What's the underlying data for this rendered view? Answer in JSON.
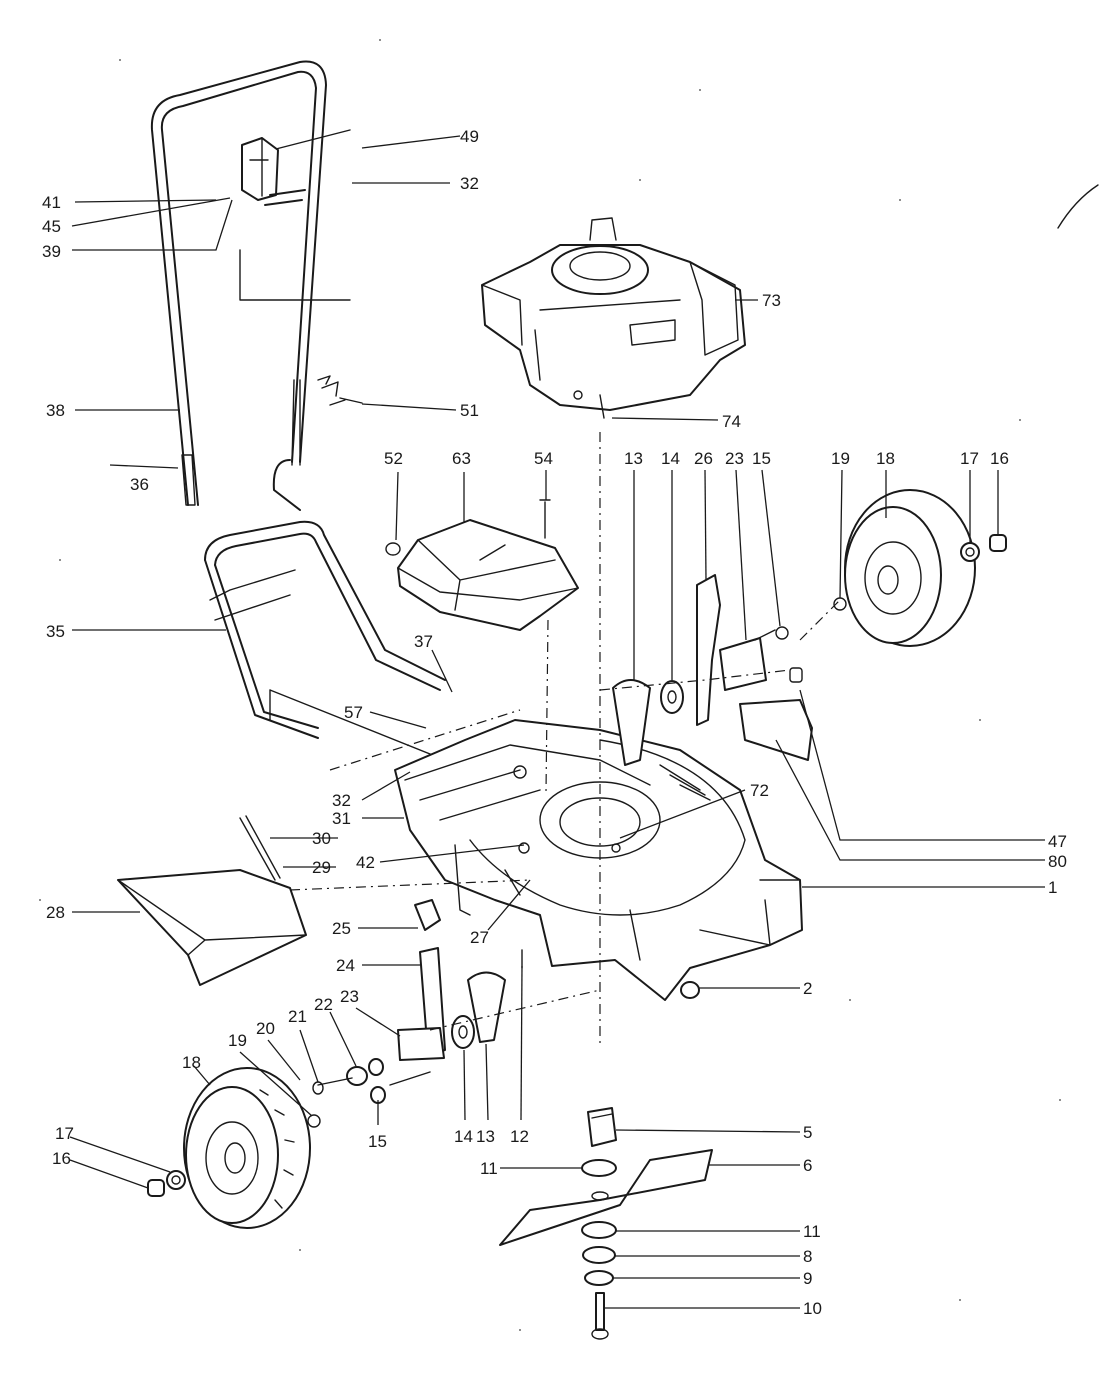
{
  "labels": {
    "p49": "49",
    "p32a": "32",
    "p41": "41",
    "p45": "45",
    "p39": "39",
    "p73": "73",
    "p38": "38",
    "p51": "51",
    "p74": "74",
    "p36": "36",
    "p52": "52",
    "p63": "63",
    "p54": "54",
    "p13a": "13",
    "p14a": "14",
    "p26": "26",
    "p23a": "23",
    "p15a": "15",
    "p19a": "19",
    "p18a": "18",
    "p17a": "17",
    "p16a": "16",
    "p35": "35",
    "p37": "37",
    "p57": "57",
    "p72": "72",
    "p32b": "32",
    "p31": "31",
    "p47": "47",
    "p80": "80",
    "p30": "30",
    "p42": "42",
    "p29": "29",
    "p1": "1",
    "p28": "28",
    "p25": "25",
    "p27": "27",
    "p24": "24",
    "p2": "2",
    "p22": "22",
    "p23b": "23",
    "p21": "21",
    "p20": "20",
    "p19b": "19",
    "p18b": "18",
    "p15b": "15",
    "p14b": "14",
    "p13b": "13",
    "p12": "12",
    "p5": "5",
    "p17b": "17",
    "p11a": "11",
    "p6": "6",
    "p16b": "16",
    "p11b": "11",
    "p8": "8",
    "p9": "9",
    "p10": "10"
  }
}
